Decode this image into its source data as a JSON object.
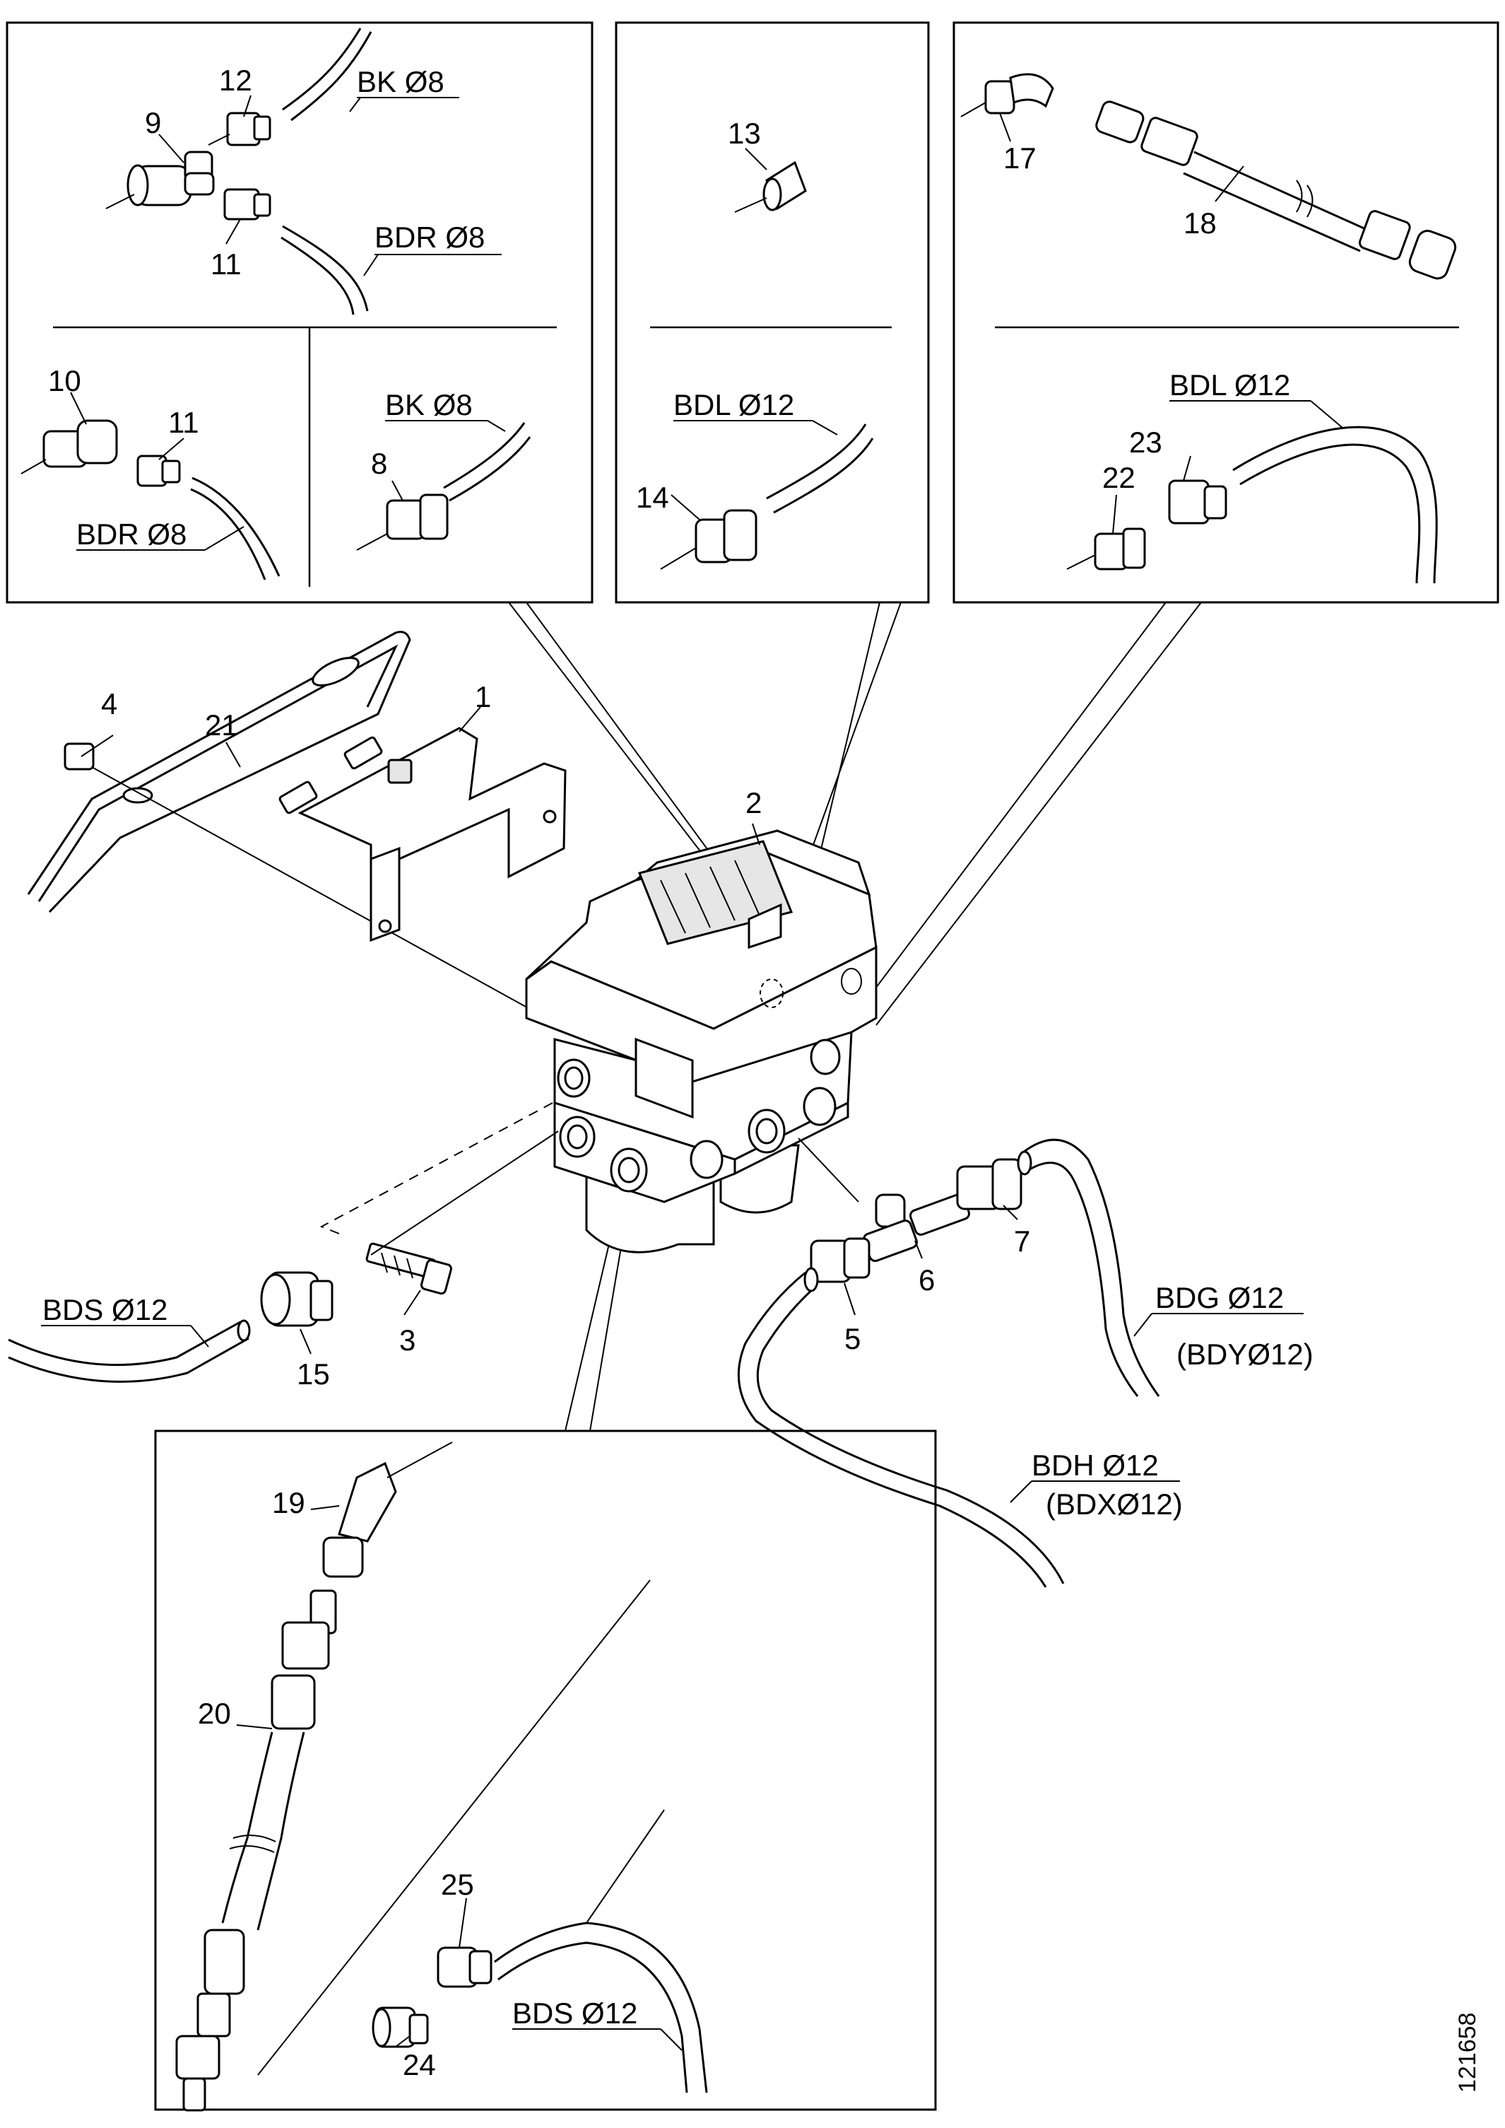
{
  "callouts": {
    "n1": "1",
    "n2": "2",
    "n3": "3",
    "n4": "4",
    "n5": "5",
    "n6": "6",
    "n7": "7",
    "n8": "8",
    "n9": "9",
    "n10": "10",
    "n11a": "11",
    "n11b": "11",
    "n12": "12",
    "n13": "13",
    "n14": "14",
    "n15": "15",
    "n17": "17",
    "n18": "18",
    "n19": "19",
    "n20": "20",
    "n21": "21",
    "n22": "22",
    "n23": "23",
    "n24": "24",
    "n25": "25"
  },
  "pipe_labels": {
    "bk8_top": "BK Ø8",
    "bdr8_top": "BDR Ø8",
    "bdr8_bottom": "BDR Ø8",
    "bk8_mid": "BK Ø8",
    "bdl12_mid": "BDL Ø12",
    "bdl12_right": "BDL Ø12",
    "bds12_left": "BDS Ø12",
    "bdg12": "BDG Ø12",
    "bdy12": "(BDYØ12)",
    "bdh12": "BDH Ø12",
    "bdx12": "(BDXØ12)",
    "bds12_inset": "BDS Ø12"
  },
  "drawing_number": "121658"
}
